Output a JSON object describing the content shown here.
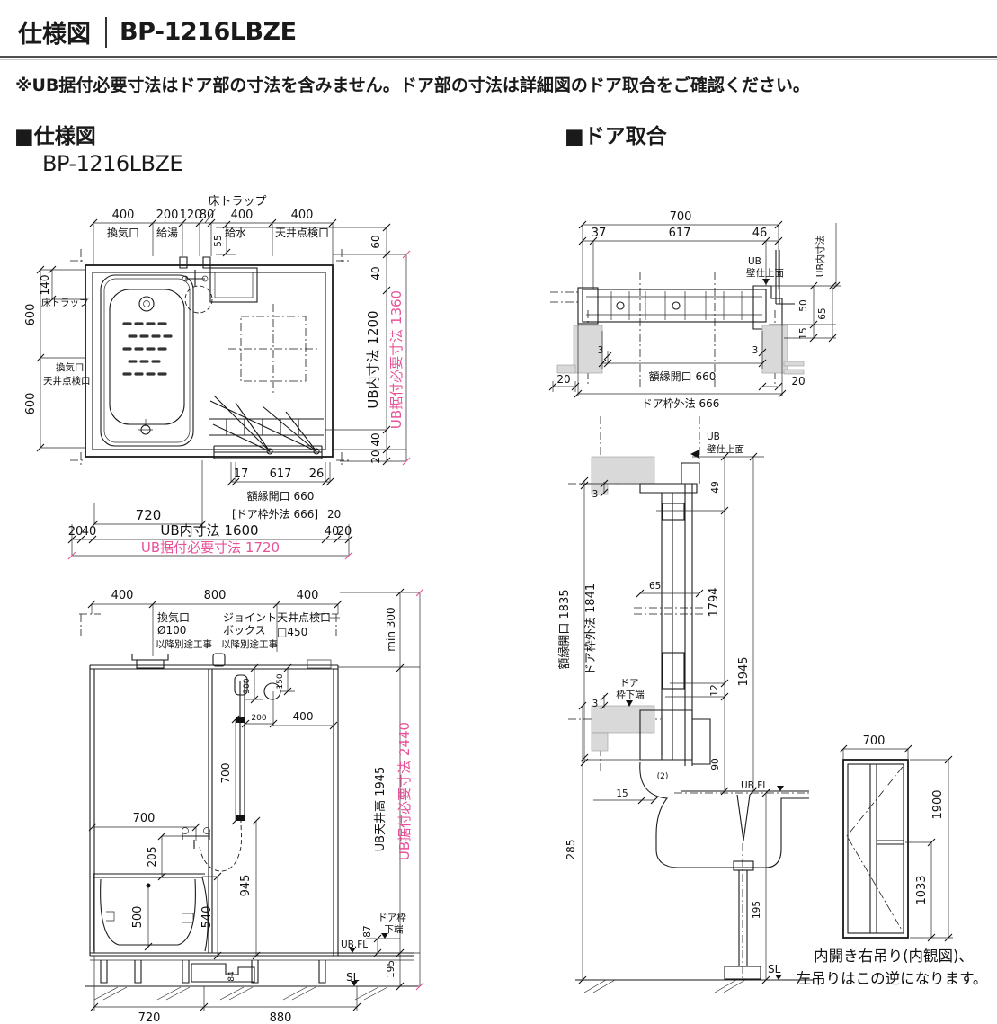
{
  "colors": {
    "pink": "#e85298",
    "line": "#1a1a1a"
  },
  "header": {
    "title": "仕様図",
    "model": "BP-1216LBZE"
  },
  "note": "※UB据付必要寸法はドア部の寸法を含みません。ドア部の寸法は詳細図のドア取合をご確認ください。",
  "spec": {
    "heading": "■仕様図",
    "model": "BP-1216LBZE"
  },
  "door": {
    "heading": "■ドア取合"
  },
  "plan": {
    "trap_label": "床トラップ",
    "top": {
      "d1": "400",
      "d2": "200",
      "d3": "120",
      "d4": "80",
      "d5": "400",
      "d6": "400",
      "l1": "換気口",
      "l2": "給湯",
      "l3": "給水",
      "l4": "天井点検口",
      "d55": "55"
    },
    "left": {
      "d140": "140",
      "trap": "床トラップ",
      "d600a": "600",
      "vent": "換気口",
      "access": "天井点検口",
      "d600b": "600"
    },
    "right": {
      "d60": "60",
      "d40t": "40",
      "inner": "UB内寸法 1200",
      "d40b": "40",
      "d20": "20",
      "req": "UB据付必要寸法 1360"
    },
    "doorrow": {
      "d17": "17",
      "d617": "617",
      "d26": "26",
      "open": "額縁開口 660",
      "frame": "[ドア枠外法 666]",
      "d20": "20"
    },
    "bottom": {
      "d720": "720",
      "d20l": "20",
      "d40l": "40",
      "inner": "UB内寸法 1600",
      "d40r": "40",
      "d20r": "20",
      "req": "UB据付必要寸法 1720"
    }
  },
  "elev": {
    "top": {
      "d1": "400",
      "d2": "800",
      "d3": "400"
    },
    "vent1": "換気口",
    "vent2": "Ø100",
    "vent3": "以降別途工事",
    "joint1": "ジョイント",
    "joint2": "ボックス",
    "joint3": "以降別途工事",
    "acc1": "天井点検口",
    "acc2": "□450",
    "min300": "min 300",
    "ceil": "UB天井高 1945",
    "req": "UB据付必要寸法 2440",
    "d300": "300",
    "d150": "150",
    "d200": "200",
    "d400": "400",
    "d700v": "700",
    "d700h": "700",
    "d205": "205",
    "d500": "500",
    "d540": "540",
    "d945": "945",
    "d84": "84",
    "df1": "ドア枠",
    "df2": "下端",
    "d87": "87",
    "ubfl": "UB.FL",
    "sl": "SL",
    "d195": "195",
    "b720": "720",
    "b880": "880"
  },
  "doorplan": {
    "d700": "700",
    "d37": "37",
    "d617": "617",
    "d46": "46",
    "ub": "UB",
    "wall": "壁仕上面",
    "ubin": "UB内寸法",
    "d50": "50",
    "d65": "65",
    "d15": "15",
    "d3l": "3",
    "d3r": "3",
    "open": "額縁開口 660",
    "frame": "ドア枠外法 666",
    "d20l": "20",
    "d20r": "20"
  },
  "doorsec": {
    "ub": "UB",
    "wall": "壁仕上面",
    "d3t": "3",
    "d49": "49",
    "d65": "65",
    "open": "額縁開口 1835",
    "frame": "ドア枠外法 1841",
    "d1794": "1794",
    "d1945": "1945",
    "d12": "12",
    "df1": "ドア",
    "df2": "枠下端",
    "d3b": "3",
    "d15": "15",
    "d2": "(2)",
    "d90": "90",
    "ubfl": "UB.FL",
    "d285": "285",
    "d195": "195",
    "sl": "SL"
  },
  "doorelev": {
    "d700": "700",
    "d1900": "1900",
    "d1033": "1033",
    "cap1": "内開き右吊り(内観図)、",
    "cap2": "左吊りはこの逆になります。"
  }
}
